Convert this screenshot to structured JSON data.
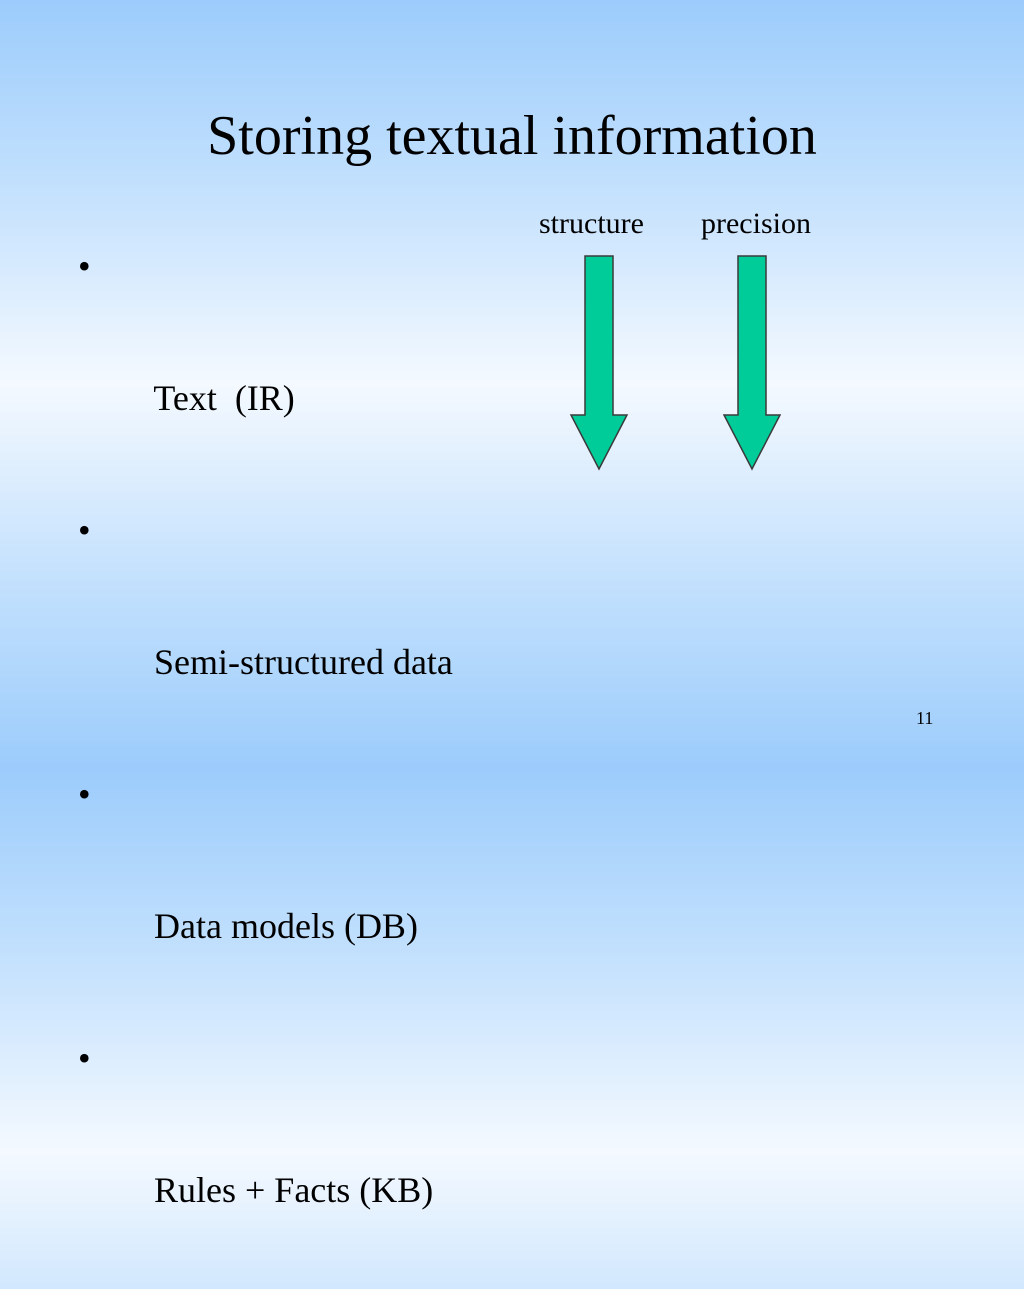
{
  "slide": {
    "title": "Storing textual information",
    "bullet_marker": "•",
    "bullets": [
      "Text  (IR)",
      "Semi-structured data",
      "Data models (DB)",
      "Rules + Facts (KB)"
    ],
    "arrow_labels": [
      "structure",
      "precision"
    ],
    "page_number": "11"
  },
  "colors": {
    "background_edge": "#9cccfc",
    "background_center": "#f4f9ff",
    "arrow_fill": "#00cc99",
    "arrow_stroke": "#3a3a3a",
    "text": "#000000"
  },
  "icons": [
    "down-arrow-icon",
    "down-arrow-icon"
  ]
}
